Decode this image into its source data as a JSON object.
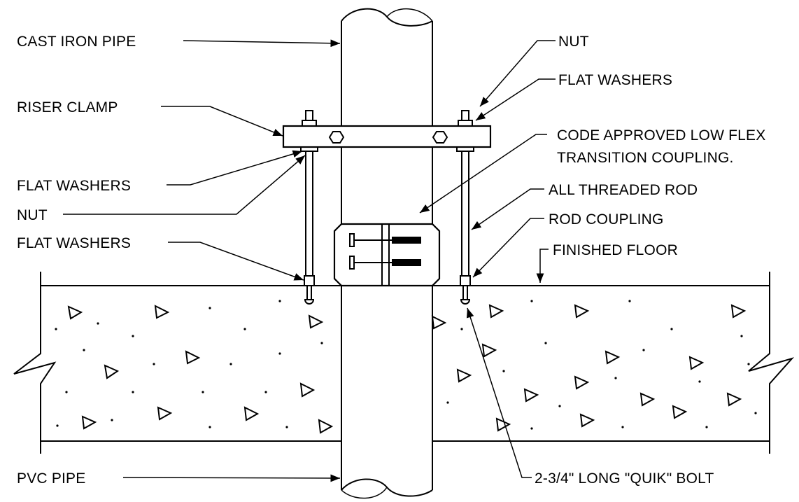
{
  "labels": {
    "cast_iron_pipe": "CAST IRON PIPE",
    "riser_clamp": "RISER CLAMP",
    "flat_washers_left_upper": "FLAT WASHERS",
    "nut_left": "NUT",
    "flat_washers_left_lower": "FLAT WASHERS",
    "pvc_pipe": "PVC PIPE",
    "nut_right": "NUT",
    "flat_washers_right": "FLAT WASHERS",
    "coupling_line1": "CODE APPROVED LOW FLEX",
    "coupling_line2": "TRANSITION COUPLING.",
    "threaded_rod": "ALL THREADED ROD",
    "rod_coupling": "ROD COUPLING",
    "finished_floor": "FINISHED FLOOR",
    "quik_bolt": "2-3/4\" LONG \"QUIK\" BOLT"
  }
}
